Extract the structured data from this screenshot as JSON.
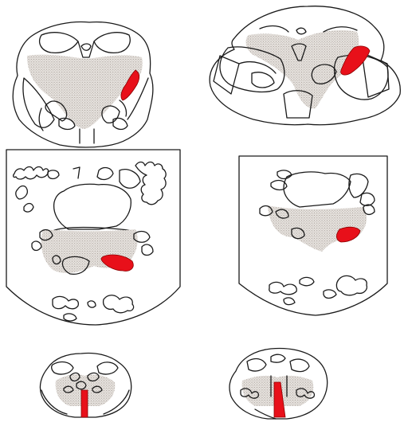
{
  "figure": {
    "type": "brainstem-cross-sections",
    "panel_count": 6,
    "panels": [
      {
        "id": "top-left",
        "level": "midbrain"
      },
      {
        "id": "top-right",
        "level": "midbrain"
      },
      {
        "id": "middle-left",
        "level": "pons"
      },
      {
        "id": "middle-right",
        "level": "pons"
      },
      {
        "id": "bottom-left",
        "level": "medulla"
      },
      {
        "id": "bottom-right",
        "level": "medulla"
      }
    ],
    "colors": {
      "outline": "#1a1a1a",
      "highlight": "#e8101a",
      "stipple": "#b4aca6",
      "background": "#ffffff"
    }
  }
}
